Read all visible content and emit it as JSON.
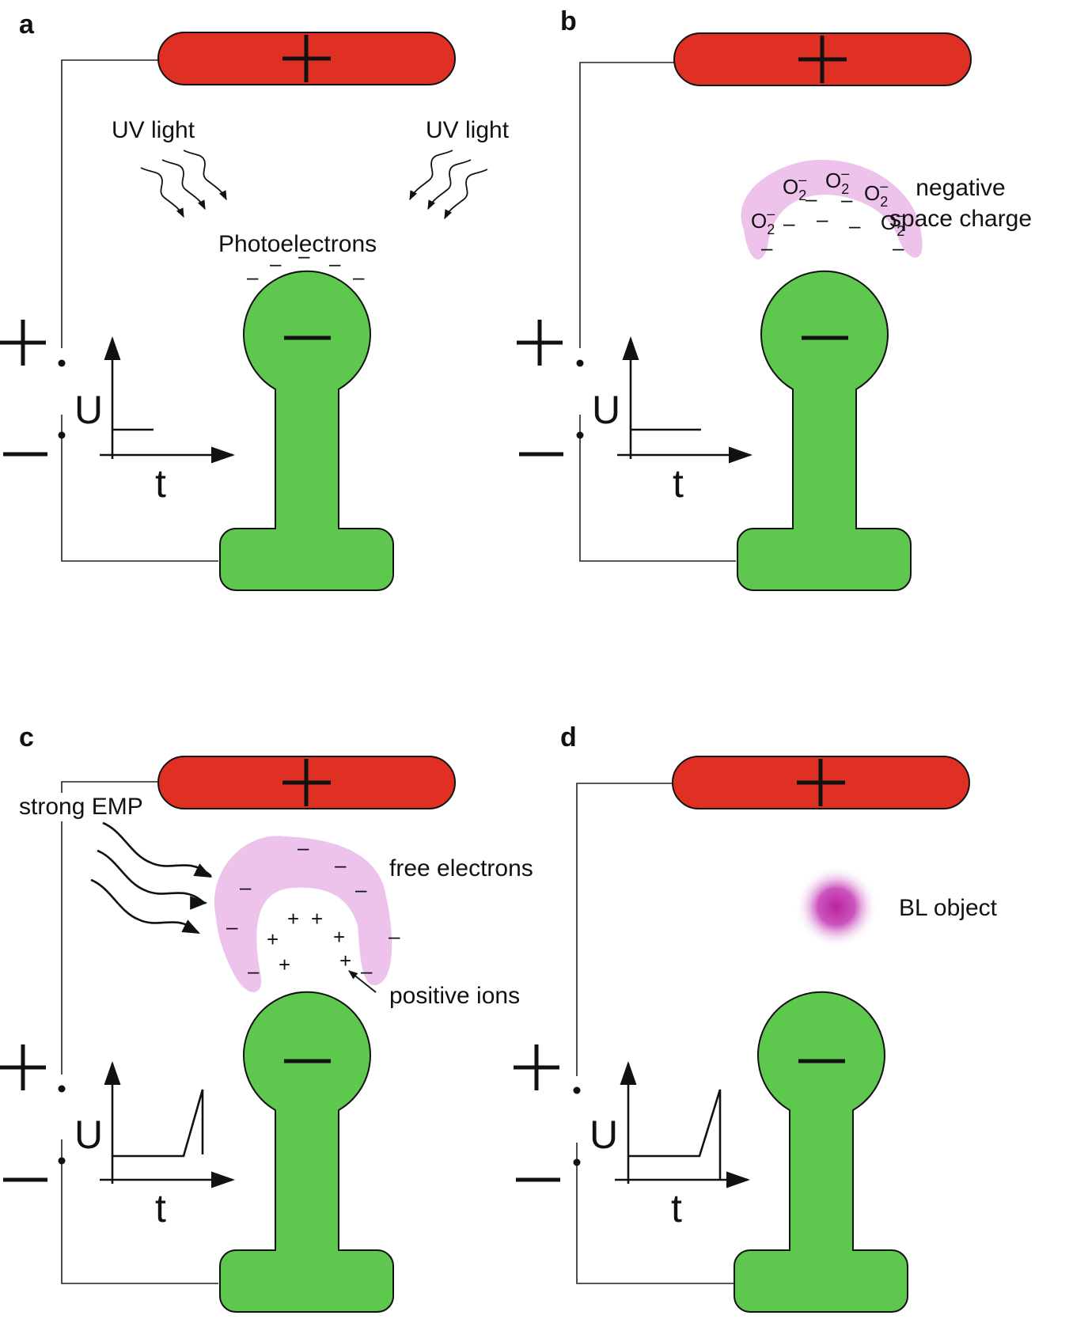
{
  "panels": [
    {
      "label": "a",
      "texts": {
        "uv_left": "UV light",
        "uv_right": "UV light",
        "photo": "Photoelectrons"
      },
      "axis": {
        "y": "U",
        "x": "t"
      },
      "signal": "constant"
    },
    {
      "label": "b",
      "texts": {
        "cloud_line1": "negative",
        "cloud_line2": "space charge"
      },
      "axis": {
        "y": "U",
        "x": "t"
      },
      "signal": "constant"
    },
    {
      "label": "c",
      "texts": {
        "emp": "strong EMP",
        "free": "free electrons",
        "ions": "positive ions"
      },
      "axis": {
        "y": "U",
        "x": "t"
      },
      "signal": "pulse"
    },
    {
      "label": "d",
      "texts": {
        "bl": "BL object"
      },
      "axis": {
        "y": "U",
        "x": "t"
      },
      "signal": "pulse_drop"
    }
  ],
  "symbols": {
    "plus": "+",
    "minus": "–",
    "o2": "O",
    "o2_sub": "2",
    "o2_sup": "–"
  },
  "colors": {
    "anode": "#e03024",
    "cathode": "#5ec84e",
    "charge_cloud": "#edc3ec",
    "bl_object": "#c040b0"
  }
}
